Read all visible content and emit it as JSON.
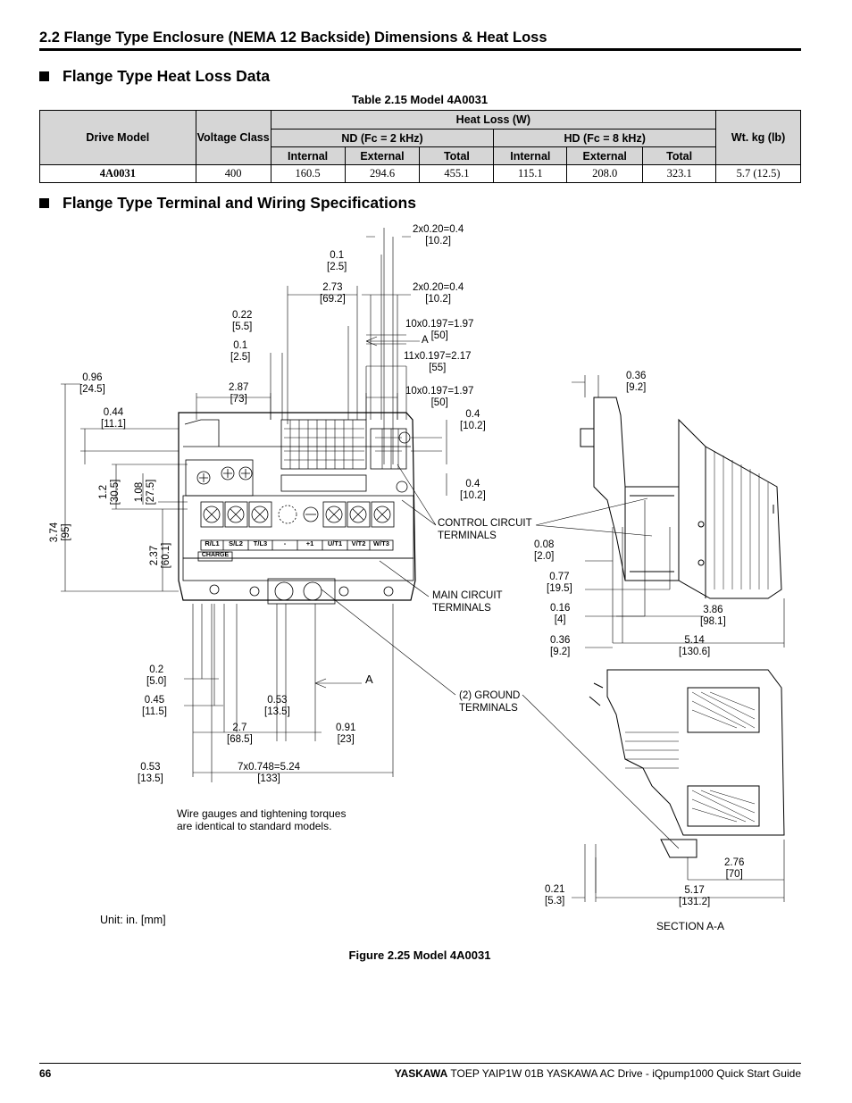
{
  "section_title": "2.2 Flange Type Enclosure (NEMA 12 Backside) Dimensions & Heat Loss",
  "heat_loss_heading": "Flange Type Heat Loss Data",
  "table_caption": "Table 2.15  Model 4A0031",
  "table": {
    "h_drive_model": "Drive Model",
    "h_voltage_class": "Voltage Class",
    "h_heat_loss": "Heat Loss (W)",
    "h_nd": "ND (Fc = 2 kHz)",
    "h_hd": "HD (Fc = 8 kHz)",
    "h_weight": "Wt. kg (lb)",
    "h_internal": "Internal",
    "h_external": "External",
    "h_total": "Total",
    "row": {
      "model": "4A0031",
      "voltage": "400",
      "nd_internal": "160.5",
      "nd_external": "294.6",
      "nd_total": "455.1",
      "hd_internal": "115.1",
      "hd_external": "208.0",
      "hd_total": "323.1",
      "weight": "5.7 (12.5)"
    }
  },
  "wiring_heading": "Flange Type Terminal and Wiring Specifications",
  "dims": {
    "d1": "2x0.20=0.4\n[10.2]",
    "d2": "0.1\n[2.5]",
    "d3": "2.73\n[69.2]",
    "d4": "2x0.20=0.4\n[10.2]",
    "d5": "0.22\n[5.5]",
    "d6": "10x0.197=1.97\n[50]",
    "d7": "0.1\n[2.5]",
    "d8": "11x0.197=2.17\n[55]",
    "d9": "0.96\n[24.5]",
    "d10": "2.87\n[73]",
    "d11": "10x0.197=1.97\n[50]",
    "d12": "0.44\n[11.1]",
    "d13": "0.4\n[10.2]",
    "d14": "0.4\n[10.2]",
    "d15": "0.36\n[9.2]",
    "d16": "0.08\n[2.0]",
    "d17": "0.77\n[19.5]",
    "d18": "0.16\n[4]",
    "d19": "3.86\n[98.1]",
    "d20": "0.36\n[9.2]",
    "d21": "5.14\n[130.6]",
    "d22": "0.2\n[5.0]",
    "d23": "0.45\n[11.5]",
    "d24": "0.53\n[13.5]",
    "d25": "2.7\n[68.5]",
    "d26": "0.91\n[23]",
    "d27": "0.53\n[13.5]",
    "d28": "7x0.748=5.24\n[133]",
    "d29": "2.76\n[70]",
    "d30": "0.21\n[5.3]",
    "d31": "5.17\n[131.2]",
    "v1": "1.2\n[30.5]",
    "v2": "1.08\n[27.5]",
    "v3": "3.74\n[95]",
    "v4": "2.37\n[60.1]"
  },
  "labels": {
    "a_top": "A",
    "a_bottom": "A",
    "control_circuit": "CONTROL CIRCUIT\nTERMINALS",
    "main_circuit": "MAIN CIRCUIT\nTERMINALS",
    "ground": "(2) GROUND\nTERMINALS",
    "note": "Wire gauges and tightening torques\nare identical to standard models.",
    "unit": "Unit: in. [mm]",
    "section": "SECTION A-A",
    "charge": "CHARGE",
    "terminals": [
      "R/L1",
      "S/L2",
      "T/L3",
      "-",
      "+1",
      "U/T1",
      "V/T2",
      "W/T3"
    ]
  },
  "figure_caption": "Figure 2.25  Model 4A0031",
  "footer": {
    "page": "66",
    "brand": "YASKAWA",
    "doc": " TOEP YAIP1W 01B YASKAWA AC Drive - iQpump1000 Quick Start Guide"
  }
}
